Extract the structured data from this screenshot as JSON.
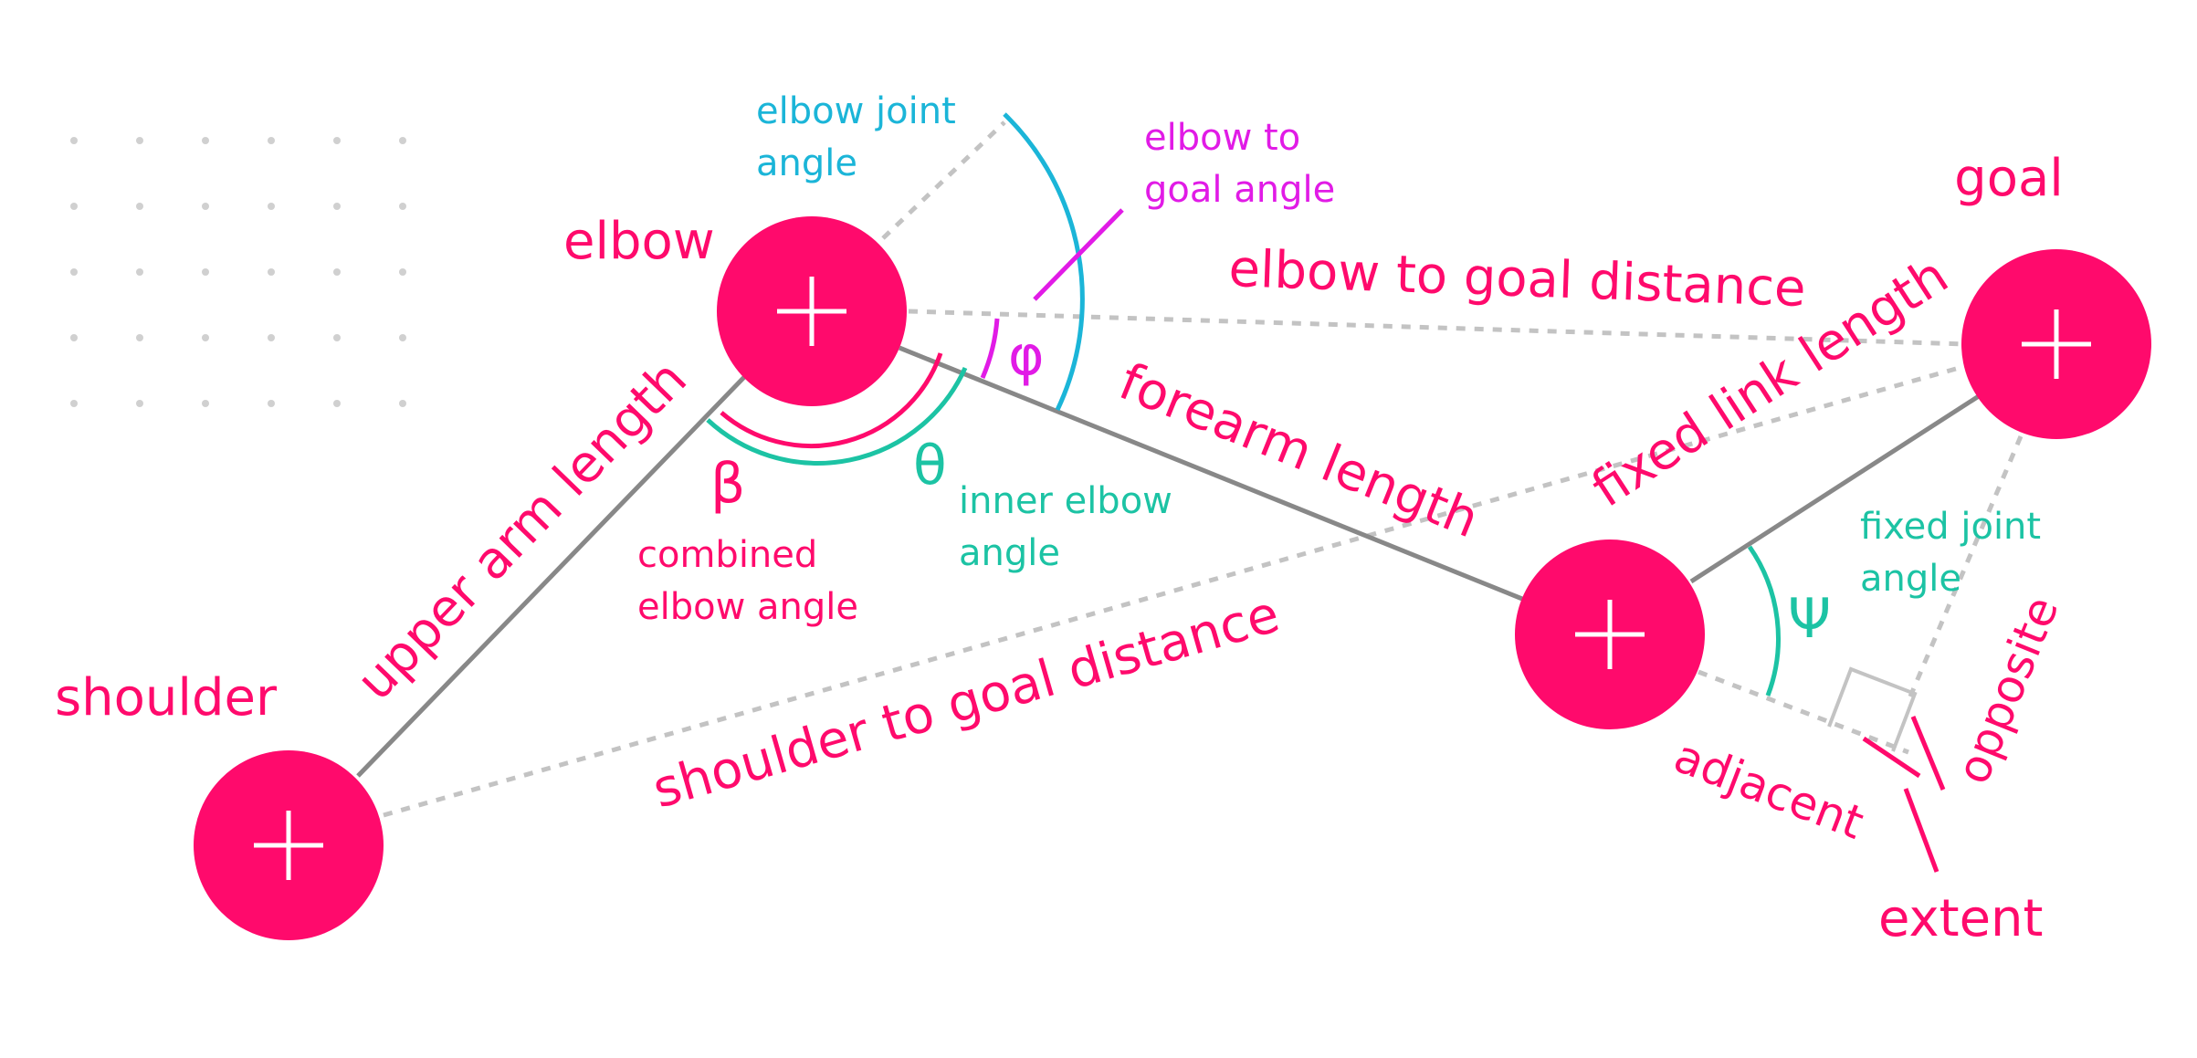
{
  "colors": {
    "accent": "#ff0a6c",
    "link": "#888888",
    "guide": "#c3c3c3",
    "teal": "#1cc3a4",
    "cyan": "#1bb5d8",
    "magenta": "#e11be6",
    "dots": "#d0d0d0"
  },
  "joints": {
    "shoulder": "shoulder",
    "elbow": "elbow",
    "goal": "goal"
  },
  "lengths": {
    "upper_arm": "upper arm length",
    "forearm": "forearm length",
    "fixed_link": "fixed link length",
    "elbow_to_goal": "elbow to goal distance",
    "shoulder_to_goal": "shoulder to goal distance"
  },
  "angles": {
    "elbow_joint": [
      "elbow joint",
      "angle"
    ],
    "elbow_to_goal": [
      "elbow to",
      "goal angle"
    ],
    "combined_elbow": [
      "combined",
      "elbow angle"
    ],
    "inner_elbow": [
      "inner elbow",
      "angle"
    ],
    "fixed_joint": [
      "fixed joint",
      "angle"
    ]
  },
  "symbols": {
    "phi": "φ",
    "beta": "β",
    "theta": "θ",
    "psi": "Ψ"
  },
  "triangle": {
    "adjacent": "adjacent",
    "opposite": "opposite",
    "extent": "extent"
  }
}
